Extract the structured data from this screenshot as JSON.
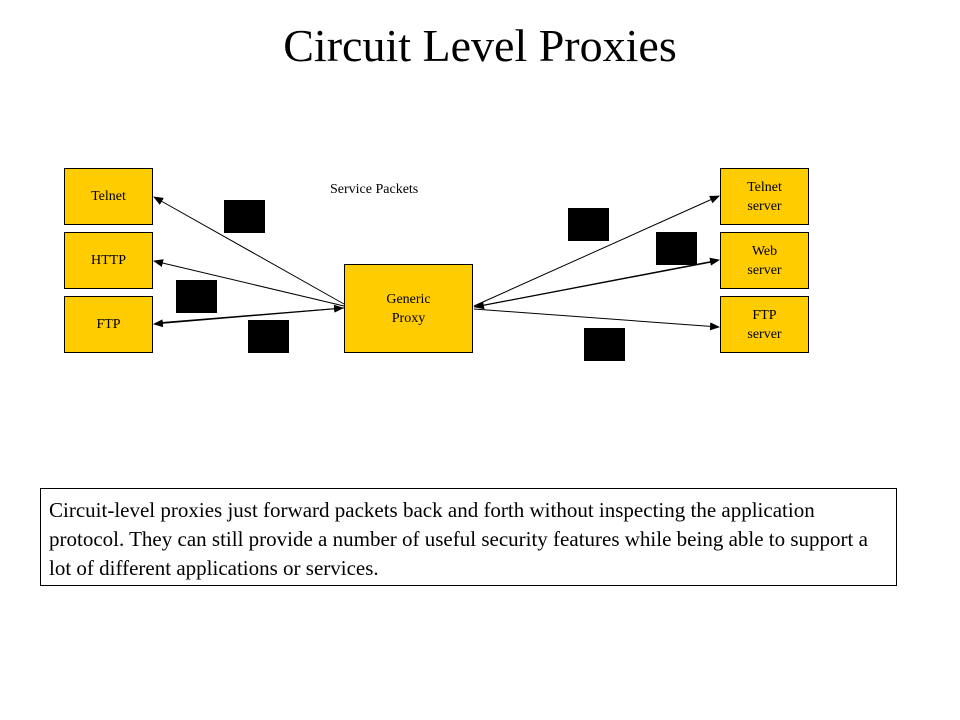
{
  "title": "Circuit Level Proxies",
  "colors": {
    "node_fill": "#FFCC00",
    "border": "#000000",
    "packet": "#000000",
    "background": "#FFFFFF"
  },
  "diagram": {
    "caption": "Service Packets",
    "clients": [
      {
        "label": "Telnet"
      },
      {
        "label": "HTTP"
      },
      {
        "label": "FTP"
      }
    ],
    "proxy": {
      "label": "Generic\nProxy"
    },
    "servers": [
      {
        "label": "Telnet\nserver"
      },
      {
        "label": "Web\nserver"
      },
      {
        "label": "FTP\nserver"
      }
    ],
    "packet_count": 6
  },
  "note": "Circuit-level proxies just forward packets back and forth without inspecting the application protocol. They can still provide a number of useful security features while being able to support a lot of different applications or services."
}
